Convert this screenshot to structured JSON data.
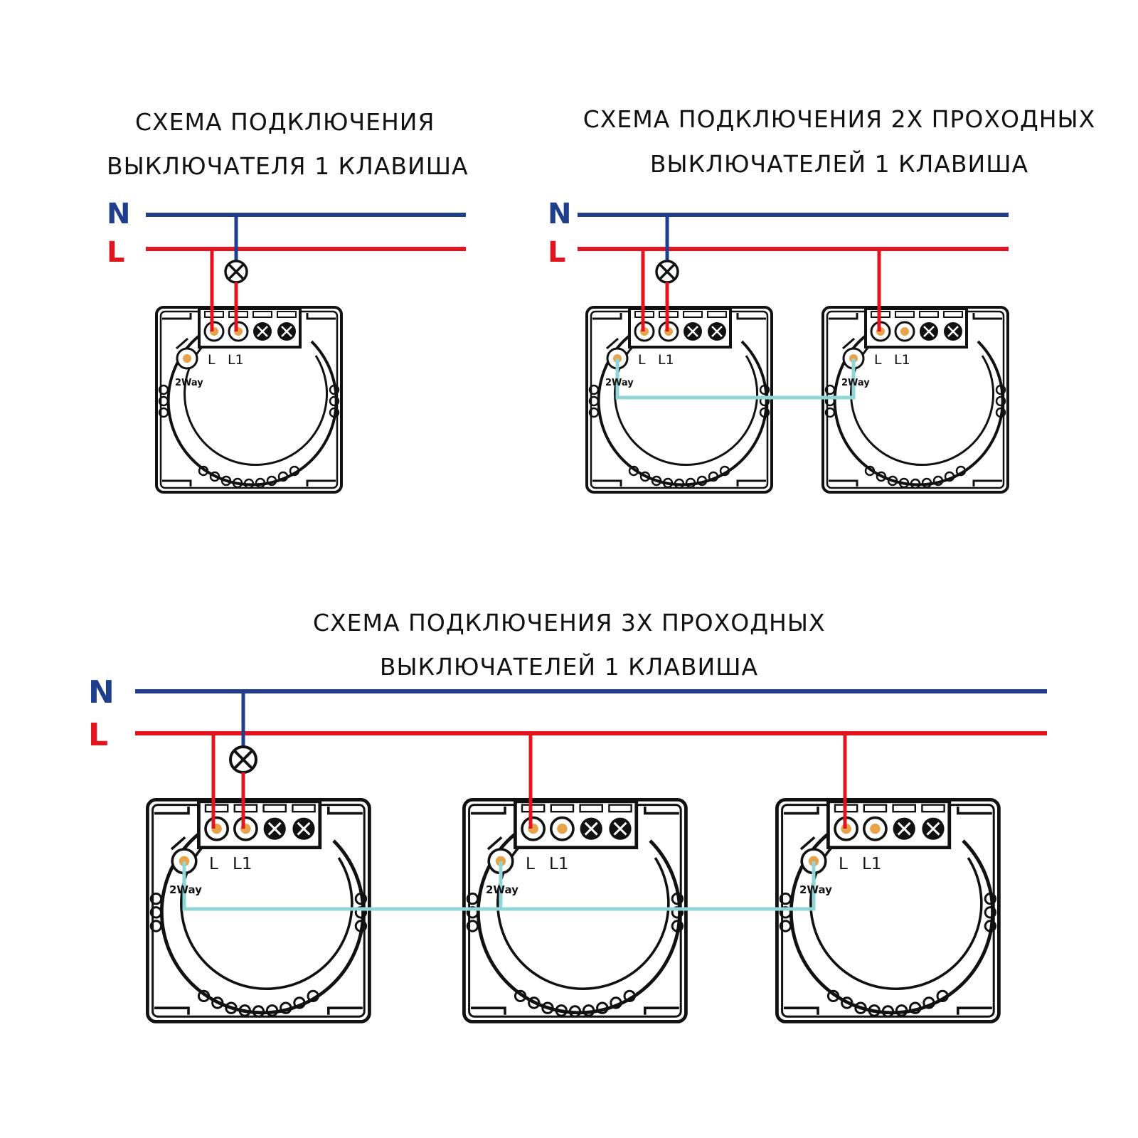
{
  "colors": {
    "neutral": "#1f3f8c",
    "line": "#e2141f",
    "traveler": "#8fd6d6",
    "outline": "#111111",
    "terminal_active": "#e8a24a"
  },
  "diagrams": [
    {
      "title_line1": "СХЕМА ПОДКЛЮЧЕНИЯ",
      "title_line2": "ВЫКЛЮЧАТЕЛЯ 1 КЛАВИША",
      "neutral_label": "N",
      "line_label": "L",
      "switches": [
        {
          "terminal_label_l": "L",
          "terminal_label_l1": "L1",
          "twoway_label": "2Way",
          "lamp_icon": "lamp-icon"
        }
      ]
    },
    {
      "title_line1": "СХЕМА ПОДКЛЮЧЕНИЯ 2Х ПРОХОДНЫХ",
      "title_line2": "ВЫКЛЮЧАТЕЛЕЙ 1 КЛАВИША",
      "neutral_label": "N",
      "line_label": "L",
      "switches": [
        {
          "terminal_label_l": "L",
          "terminal_label_l1": "L1",
          "twoway_label": "2Way",
          "lamp_icon": "lamp-icon"
        },
        {
          "terminal_label_l": "L",
          "terminal_label_l1": "L1",
          "twoway_label": "2Way"
        }
      ]
    },
    {
      "title_line1": "СХЕМА ПОДКЛЮЧЕНИЯ 3Х ПРОХОДНЫХ",
      "title_line2": "ВЫКЛЮЧАТЕЛЕЙ 1 КЛАВИША",
      "neutral_label": "N",
      "line_label": "L",
      "switches": [
        {
          "terminal_label_l": "L",
          "terminal_label_l1": "L1",
          "twoway_label": "2Way",
          "lamp_icon": "lamp-icon"
        },
        {
          "terminal_label_l": "L",
          "terminal_label_l1": "L1",
          "twoway_label": "2Way"
        },
        {
          "terminal_label_l": "L",
          "terminal_label_l1": "L1",
          "twoway_label": "2Way"
        }
      ]
    }
  ]
}
